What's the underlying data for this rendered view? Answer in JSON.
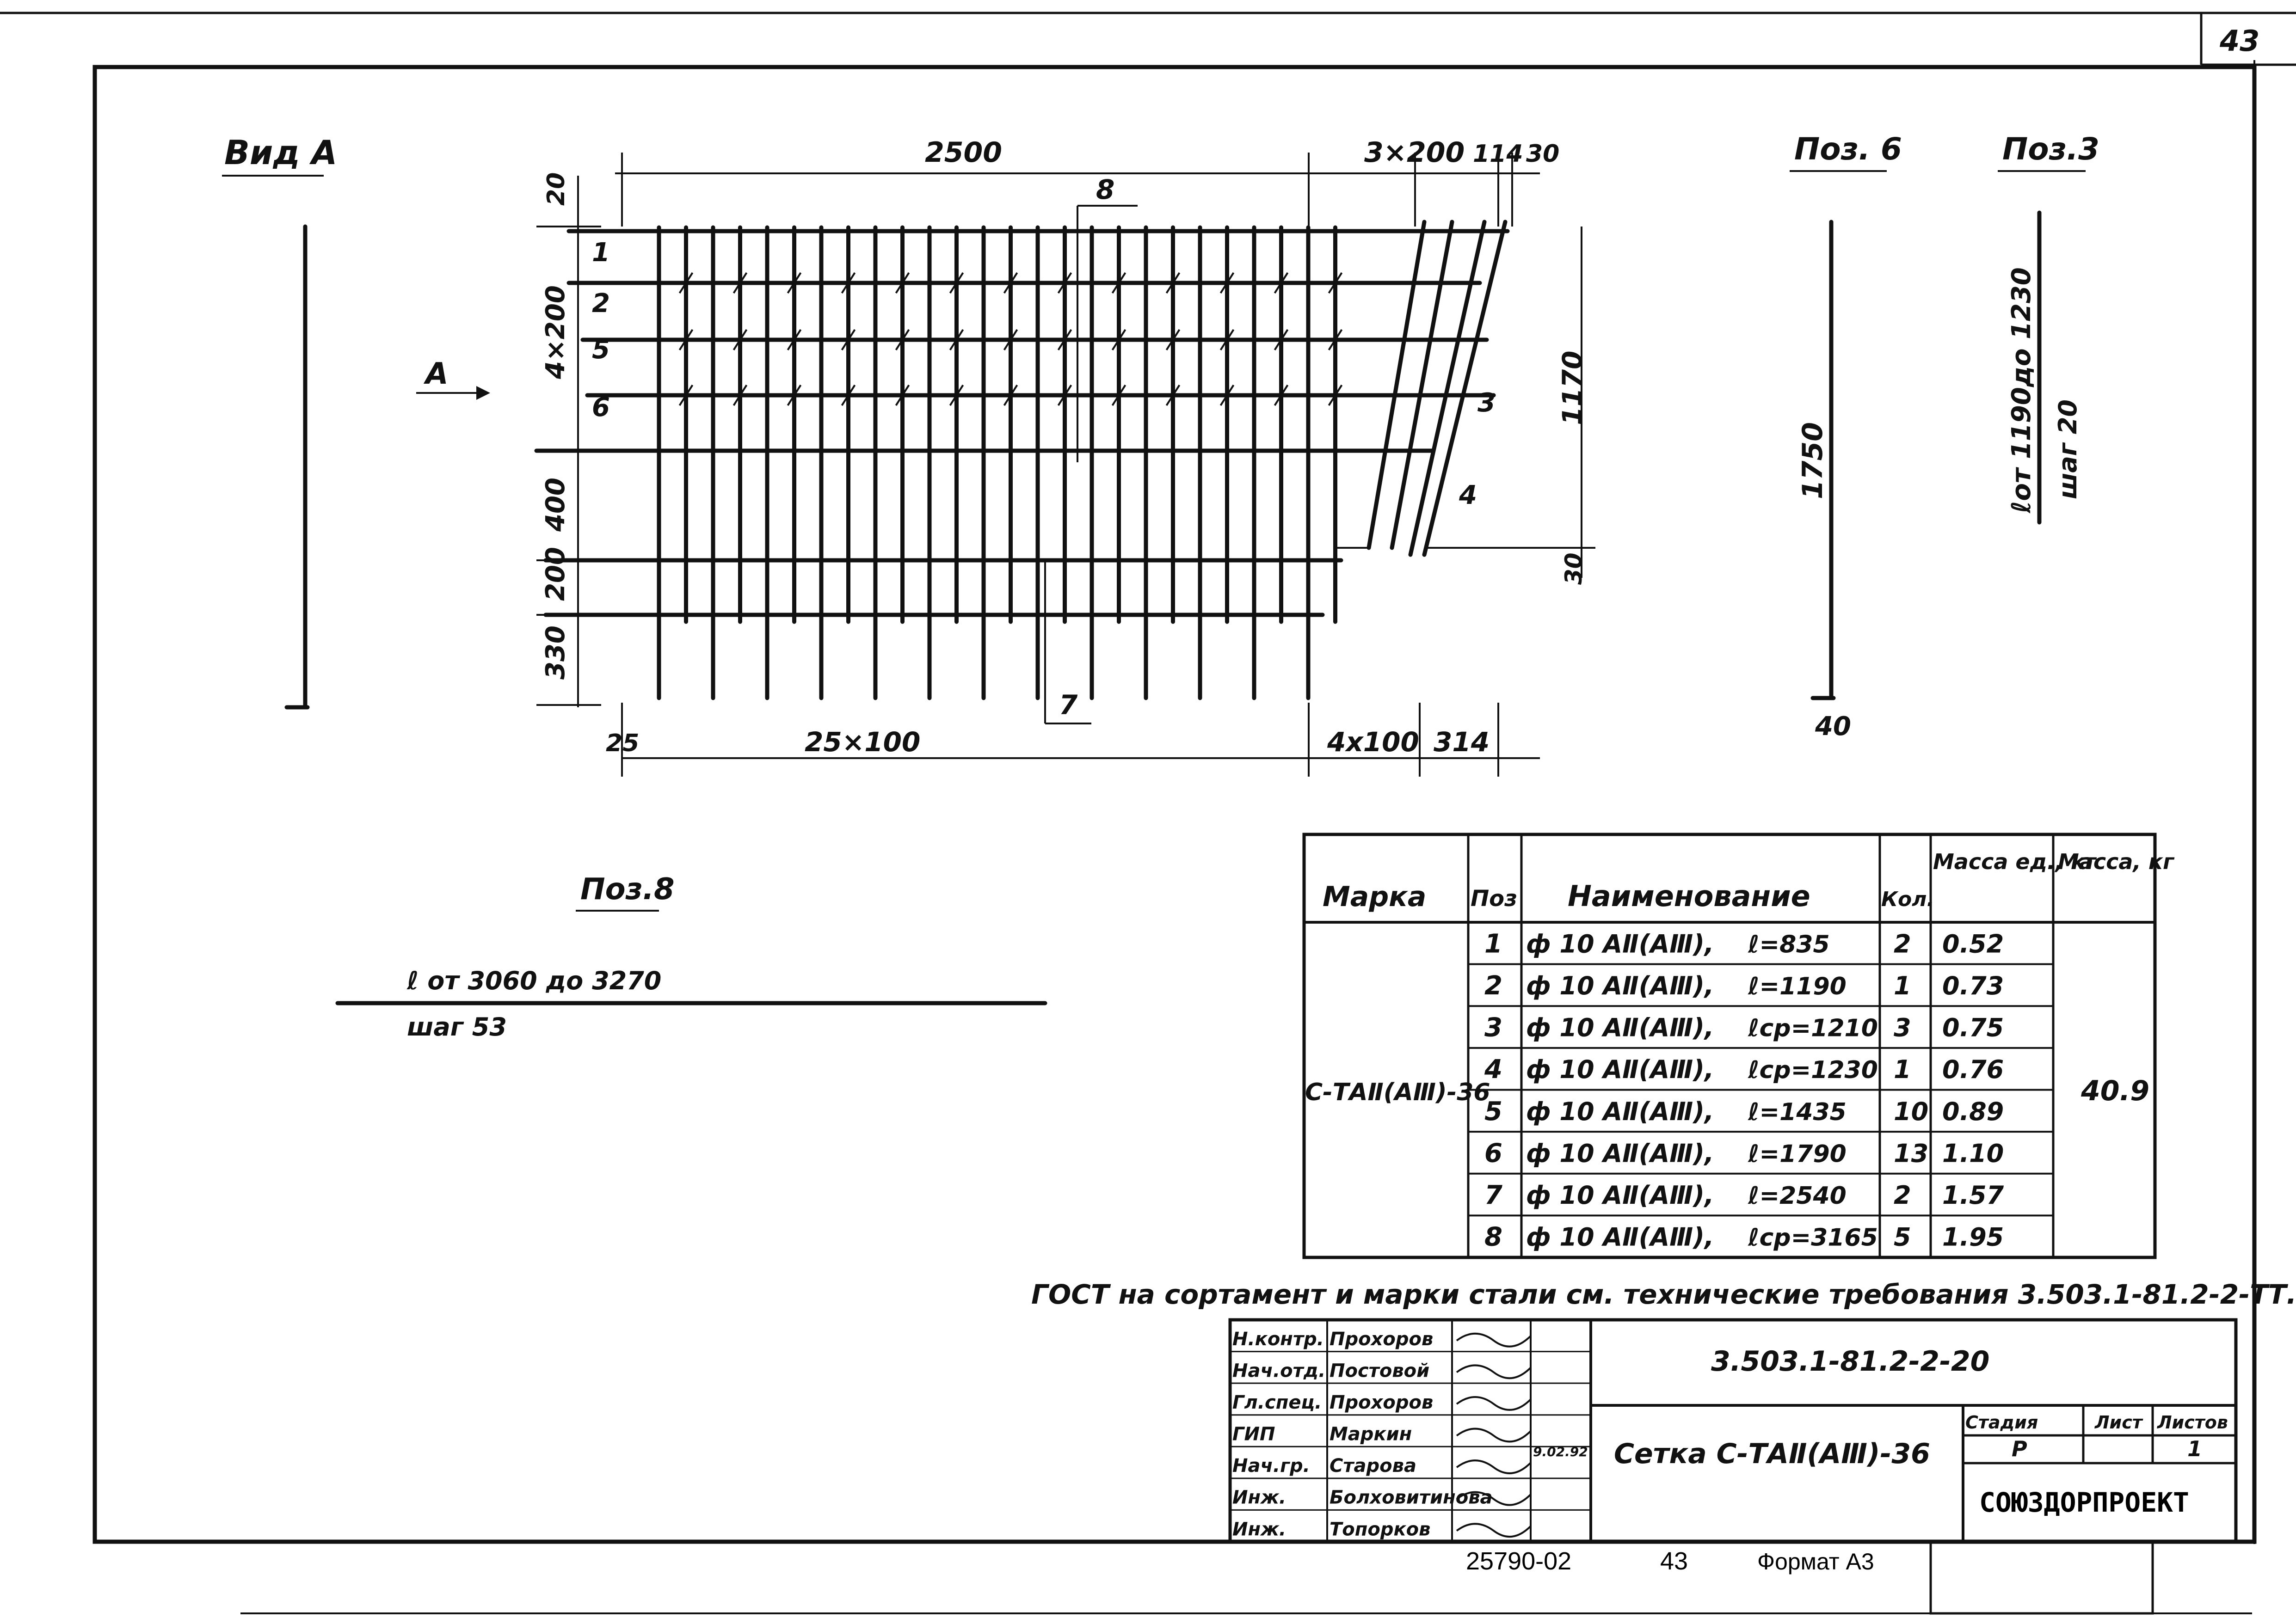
{
  "sheet_number": "43",
  "view": {
    "title": "Вид А",
    "arrow_label": "А"
  },
  "dimensions": {
    "top": [
      "2500",
      "3×200",
      "114",
      "30"
    ],
    "top_pos_marker": "8",
    "left": [
      "20",
      "4×200",
      "400",
      "200",
      "330"
    ],
    "bottom": [
      "25",
      "25×100",
      "4x100",
      "314"
    ],
    "right": [
      "1170",
      "30"
    ],
    "rows_left": [
      "1",
      "2",
      "5",
      "6"
    ],
    "markers": {
      "p3": "3",
      "p4": "4",
      "p7": "7"
    }
  },
  "pos6": {
    "title": "Поз. 6",
    "length": "1750",
    "end": "40"
  },
  "pos3": {
    "title": "Поз.3",
    "line1": "ℓот 1190до 1230",
    "line2": "шаг 20"
  },
  "pos8": {
    "title": "Поз.8",
    "line1": "ℓ от 3060 до 3270",
    "line2": "шаг 53"
  },
  "spec": {
    "headers": {
      "mark": "Марка",
      "pos": "Поз",
      "name": "Наименование",
      "qty": "Кол.",
      "mass_unit": "Масса ед., кг",
      "mass_total": "Масса, кг"
    },
    "mark_value": "С-ТАⅡ(АⅢ)-36",
    "total_mass": "40.9",
    "rows": [
      {
        "pos": "1",
        "name": "ф 10 АⅡ(АⅢ),",
        "length": "ℓ=835",
        "qty": "2",
        "mass": "0.52"
      },
      {
        "pos": "2",
        "name": "ф 10 АⅡ(АⅢ),",
        "length": "ℓ=1190",
        "qty": "1",
        "mass": "0.73"
      },
      {
        "pos": "3",
        "name": "ф 10 АⅡ(АⅢ),",
        "length": "ℓср=1210",
        "qty": "3",
        "mass": "0.75"
      },
      {
        "pos": "4",
        "name": "ф 10 АⅡ(АⅢ),",
        "length": "ℓср=1230",
        "qty": "1",
        "mass": "0.76"
      },
      {
        "pos": "5",
        "name": "ф 10 АⅡ(АⅢ),",
        "length": "ℓ=1435",
        "qty": "10",
        "mass": "0.89"
      },
      {
        "pos": "6",
        "name": "ф 10 АⅡ(АⅢ),",
        "length": "ℓ=1790",
        "qty": "13",
        "mass": "1.10"
      },
      {
        "pos": "7",
        "name": "ф 10 АⅡ(АⅢ),",
        "length": "ℓ=2540",
        "qty": "2",
        "mass": "1.57"
      },
      {
        "pos": "8",
        "name": "ф 10 АⅡ(АⅢ),",
        "length": "ℓср=3165",
        "qty": "5",
        "mass": "1.95"
      }
    ]
  },
  "note": "ГОСТ на сортамент и марки стали см. технические требования 3.503.1-81.2-2-ТТ.",
  "title_block": {
    "doc_code": "3.503.1-81.2-2-20",
    "title": "Сетка С-ТАⅡ(АⅢ)-36",
    "stage_label": "Стадия",
    "sheet_label": "Лист",
    "sheets_label": "Листов",
    "stage": "Р",
    "sheet": "",
    "sheets": "1",
    "org": "СОЮЗДОРПРОЕКТ",
    "date": "9.02.92",
    "staff": [
      {
        "role": "Н.контр.",
        "name": "Прохоров"
      },
      {
        "role": "Нач.отд.",
        "name": "Постовой"
      },
      {
        "role": "Гл.спец.",
        "name": "Прохоров"
      },
      {
        "role": "ГИП",
        "name": "Маркин"
      },
      {
        "role": "Нач.гр.",
        "name": "Старова"
      },
      {
        "role": "Инж.",
        "name": "Болховитинова"
      },
      {
        "role": "Инж.",
        "name": "Топорков"
      }
    ]
  },
  "footer": {
    "inv": "25790-02",
    "page": "43",
    "format": "Формат А3"
  }
}
